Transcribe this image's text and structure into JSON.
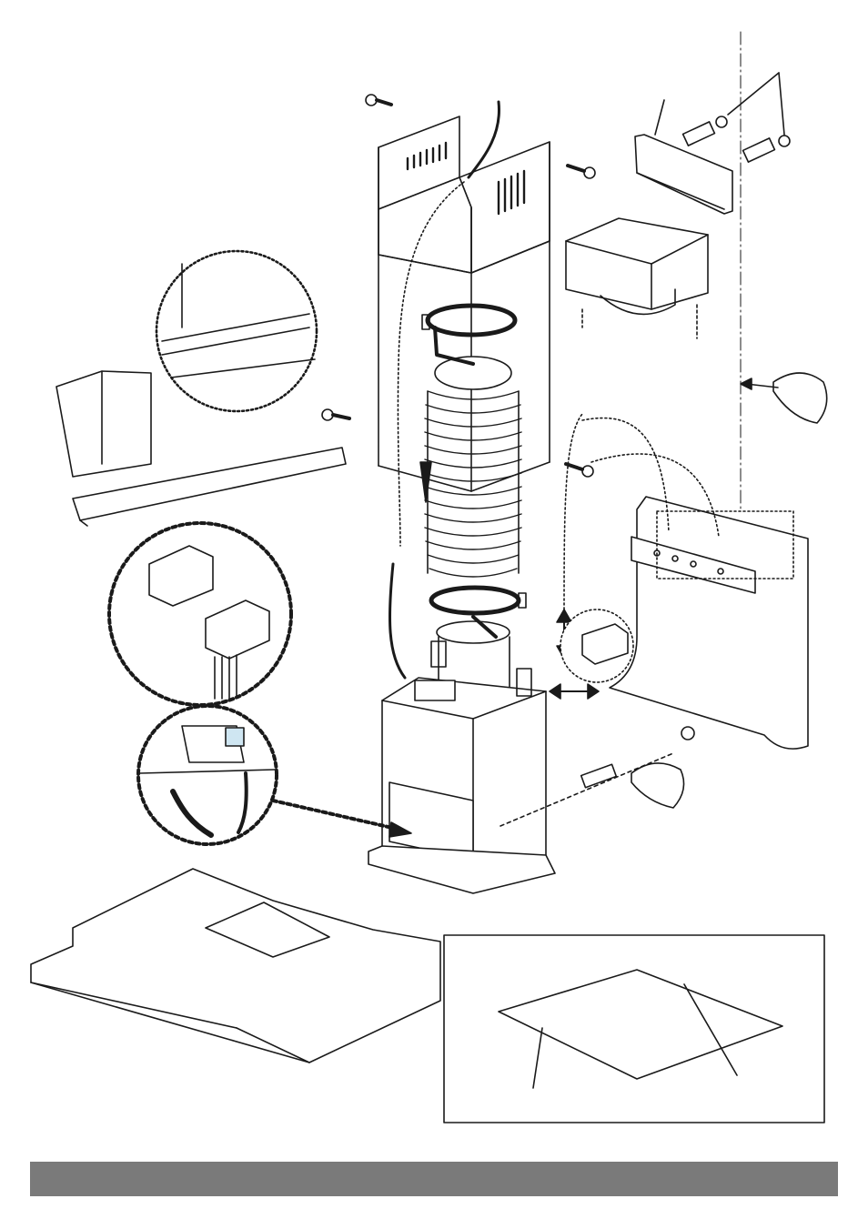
{
  "page": {
    "background": "#ffffff",
    "line_color": "#1a1a1a",
    "footer_bar_color": "#7a7a7a"
  },
  "diagram": {
    "subject": "chimney-hood-installation-exploded-view",
    "parts": [
      "chimney-upper-section",
      "chimney-lower-section",
      "flexible-duct-hose",
      "hose-clamp",
      "motor-unit",
      "hood-canopy",
      "wall-bracket",
      "ceiling-bracket",
      "duct-adapter-box",
      "wall-plug",
      "screw",
      "power-cable",
      "electrical-connector",
      "hand-pencil"
    ],
    "detail_callouts": [
      "rail-clip-detail",
      "connector-plug-detail",
      "wiring-terminal-detail",
      "bracket-screw-detail"
    ]
  },
  "footer": {
    "text": ""
  }
}
